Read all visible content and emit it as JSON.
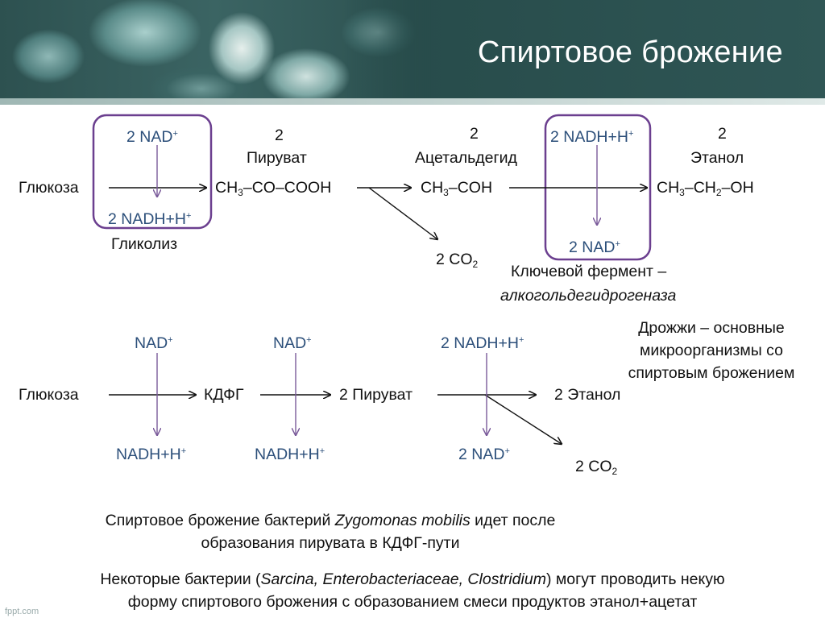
{
  "header": {
    "title": "Спиртовое брожение"
  },
  "scheme1": {
    "glucose": "Глюкоза",
    "nad_in": "2 NAD",
    "nadh_out": "2 NADH+H",
    "glycolysis": "Гликолиз",
    "pyruvate_count": "2",
    "pyruvate": "Пируват",
    "pyruvate_formula": [
      "CH",
      "3",
      "–CO–COOH"
    ],
    "acetaldehyde_count": "2",
    "acetaldehyde": "Ацетальдегид",
    "acetaldehyde_formula": [
      "CH",
      "3",
      "–COH"
    ],
    "co2": [
      "2 CO",
      "2"
    ],
    "nadh_in": "2 NADH+H",
    "nad_out": "2 NAD",
    "ethanol_count": "2",
    "ethanol": "Этанол",
    "ethanol_formula": [
      "CH",
      "3",
      "–CH",
      "2",
      "–OH"
    ],
    "enzyme_label": "Ключевой фермент –",
    "enzyme_name": "алкогольдегидрогеназа"
  },
  "yeast_note": [
    "Дрожжи – основные",
    "микроорганизмы со",
    "спиртовым брожением"
  ],
  "scheme2": {
    "glucose": "Глюкоза",
    "kdpg": "КДФГ",
    "pyruvate": "2 Пируват",
    "ethanol": "2 Этанол",
    "nad1": "NAD",
    "nadh1": "NADH+H",
    "nad2": "NAD",
    "nadh2": "NADH+H",
    "nadh3": "2 NADH+H",
    "nad3": "2 NAD",
    "co2": [
      "2 CO",
      "2"
    ]
  },
  "footnotes": {
    "zygomonas": [
      "Спиртовое брожение бактерий ",
      "Zygomonas mobilis",
      " идет после",
      "образования пирувата в КДФГ-пути"
    ],
    "others": [
      "Некоторые бактерии (",
      "Sarcina, Enterobacteriaceae, Clostridium",
      ") могут проводить некую",
      "форму спиртового брожения с образованием смеси продуктов этанол+ацетат"
    ]
  },
  "plus": "+",
  "watermark": "fppt.com",
  "colors": {
    "header_bg": "#264a49",
    "box": "#6b3f8f",
    "arrow_purple": "#7a5a9a",
    "cofactor_text": "#2c4f7a"
  }
}
